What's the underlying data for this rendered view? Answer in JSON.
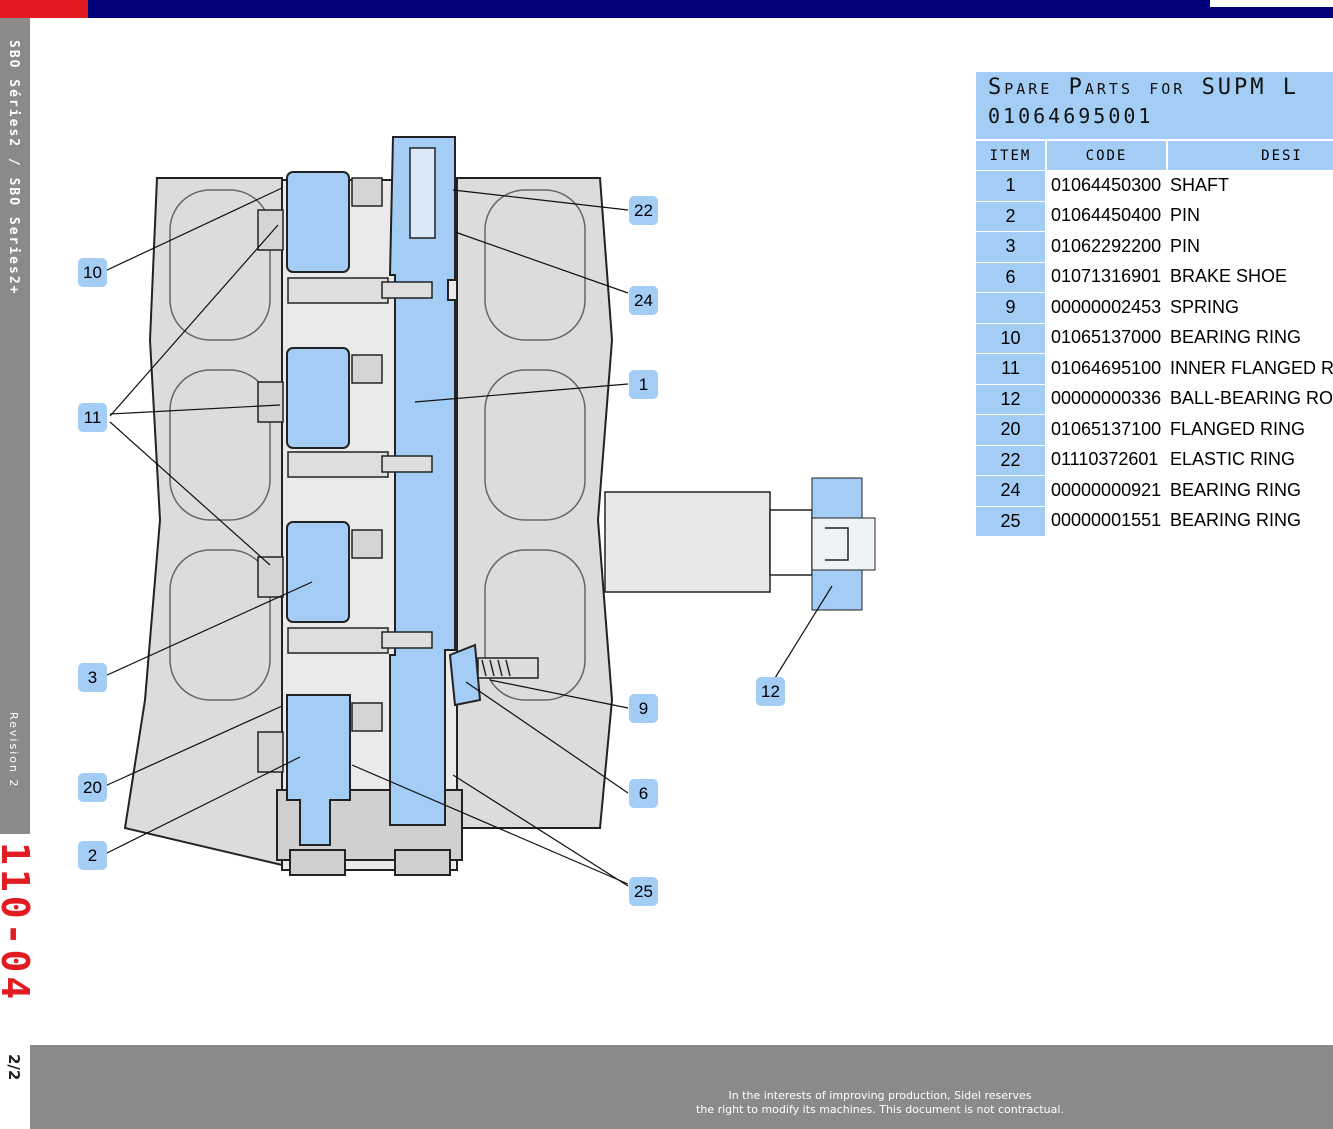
{
  "header": {
    "colors": {
      "red": "#e21b23",
      "navy": "#010078",
      "part_blue": "#a3cdf5",
      "panel_gray": "#8a8a8a"
    }
  },
  "sidebar": {
    "series": "SBO Séries2 / SBO Series2+",
    "revision": "Revision 2",
    "page_code": "110-04",
    "page_number": "2/2"
  },
  "footer": {
    "line1": "In the interests of improving production, Sidel reserves",
    "line2": "the right to modify its machines. This document is not contractual."
  },
  "diagram": {
    "callouts": [
      "10",
      "11",
      "3",
      "20",
      "2",
      "22",
      "24",
      "1",
      "9",
      "6",
      "25",
      "12"
    ]
  },
  "parts_table": {
    "title_line1": "Spare Parts for SUPM L",
    "title_line2": "01064695001",
    "headers": {
      "item": "Item",
      "code": "code",
      "description": "desi"
    },
    "rows": [
      {
        "item": "1",
        "code": "01064450300",
        "description": "SHAFT"
      },
      {
        "item": "2",
        "code": "01064450400",
        "description": "PIN"
      },
      {
        "item": "3",
        "code": "01062292200",
        "description": "PIN"
      },
      {
        "item": "6",
        "code": "01071316901",
        "description": "BRAKE SHOE"
      },
      {
        "item": "9",
        "code": "00000002453",
        "description": "SPRING"
      },
      {
        "item": "10",
        "code": "01065137000",
        "description": "BEARING RING"
      },
      {
        "item": "11",
        "code": "01064695100",
        "description": "INNER FLANGED RIN"
      },
      {
        "item": "12",
        "code": "00000000336",
        "description": "BALL-BEARING ROLL"
      },
      {
        "item": "20",
        "code": "01065137100",
        "description": "FLANGED RING"
      },
      {
        "item": "22",
        "code": "01110372601",
        "description": "ELASTIC RING"
      },
      {
        "item": "24",
        "code": "00000000921",
        "description": "BEARING RING"
      },
      {
        "item": "25",
        "code": "00000001551",
        "description": "BEARING RING"
      }
    ]
  }
}
